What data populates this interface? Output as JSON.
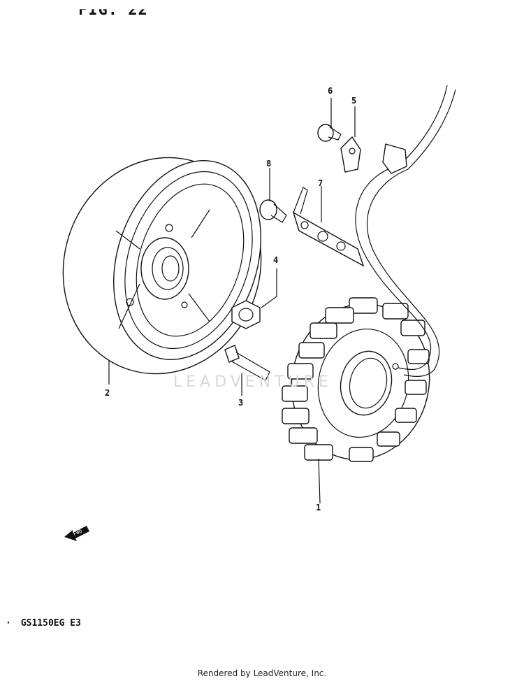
{
  "figure_label": "FIG. 22",
  "model_code": "GS1150EG  E3",
  "footer": "Rendered by LeadVenture, Inc.",
  "watermark": "LEADVENTURE",
  "fwd_label": "FWD",
  "callouts": {
    "c1": "1",
    "c2": "2",
    "c3": "3",
    "c4": "4",
    "c5": "5",
    "c6": "6",
    "c7": "7",
    "c8": "8"
  }
}
